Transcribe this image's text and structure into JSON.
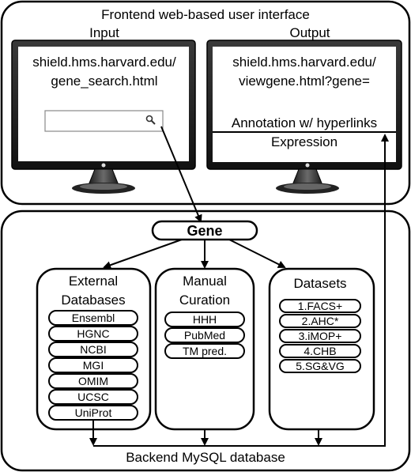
{
  "frontend": {
    "title": "Frontend web-based user interface",
    "input_label": "Input",
    "output_label": "Output"
  },
  "input_monitor": {
    "url_line1": "shield.hms.harvard.edu/",
    "url_line2": "gene_search.html",
    "search_icon": "magnifier-icon"
  },
  "output_monitor": {
    "url_line1": "shield.hms.harvard.edu/",
    "url_line2": "viewgene.html?gene=",
    "annotation": "Annotation w/ hyperlinks",
    "expression": "Expression"
  },
  "gene": "Gene",
  "external": {
    "title_line1": "External",
    "title_line2": "Databases",
    "items": [
      "Ensembl",
      "HGNC",
      "NCBI",
      "MGI",
      "OMIM",
      "UCSC",
      "UniProt"
    ]
  },
  "manual": {
    "title_line1": "Manual",
    "title_line2": "Curation",
    "items": [
      "HHH",
      "PubMed",
      "TM pred."
    ]
  },
  "datasets": {
    "title": "Datasets",
    "items": [
      "1.FACS+",
      "2.AHC*",
      "3.iMOP+",
      "4.CHB",
      "5.SG&VG"
    ]
  },
  "backend": {
    "title": "Backend MySQL database"
  }
}
